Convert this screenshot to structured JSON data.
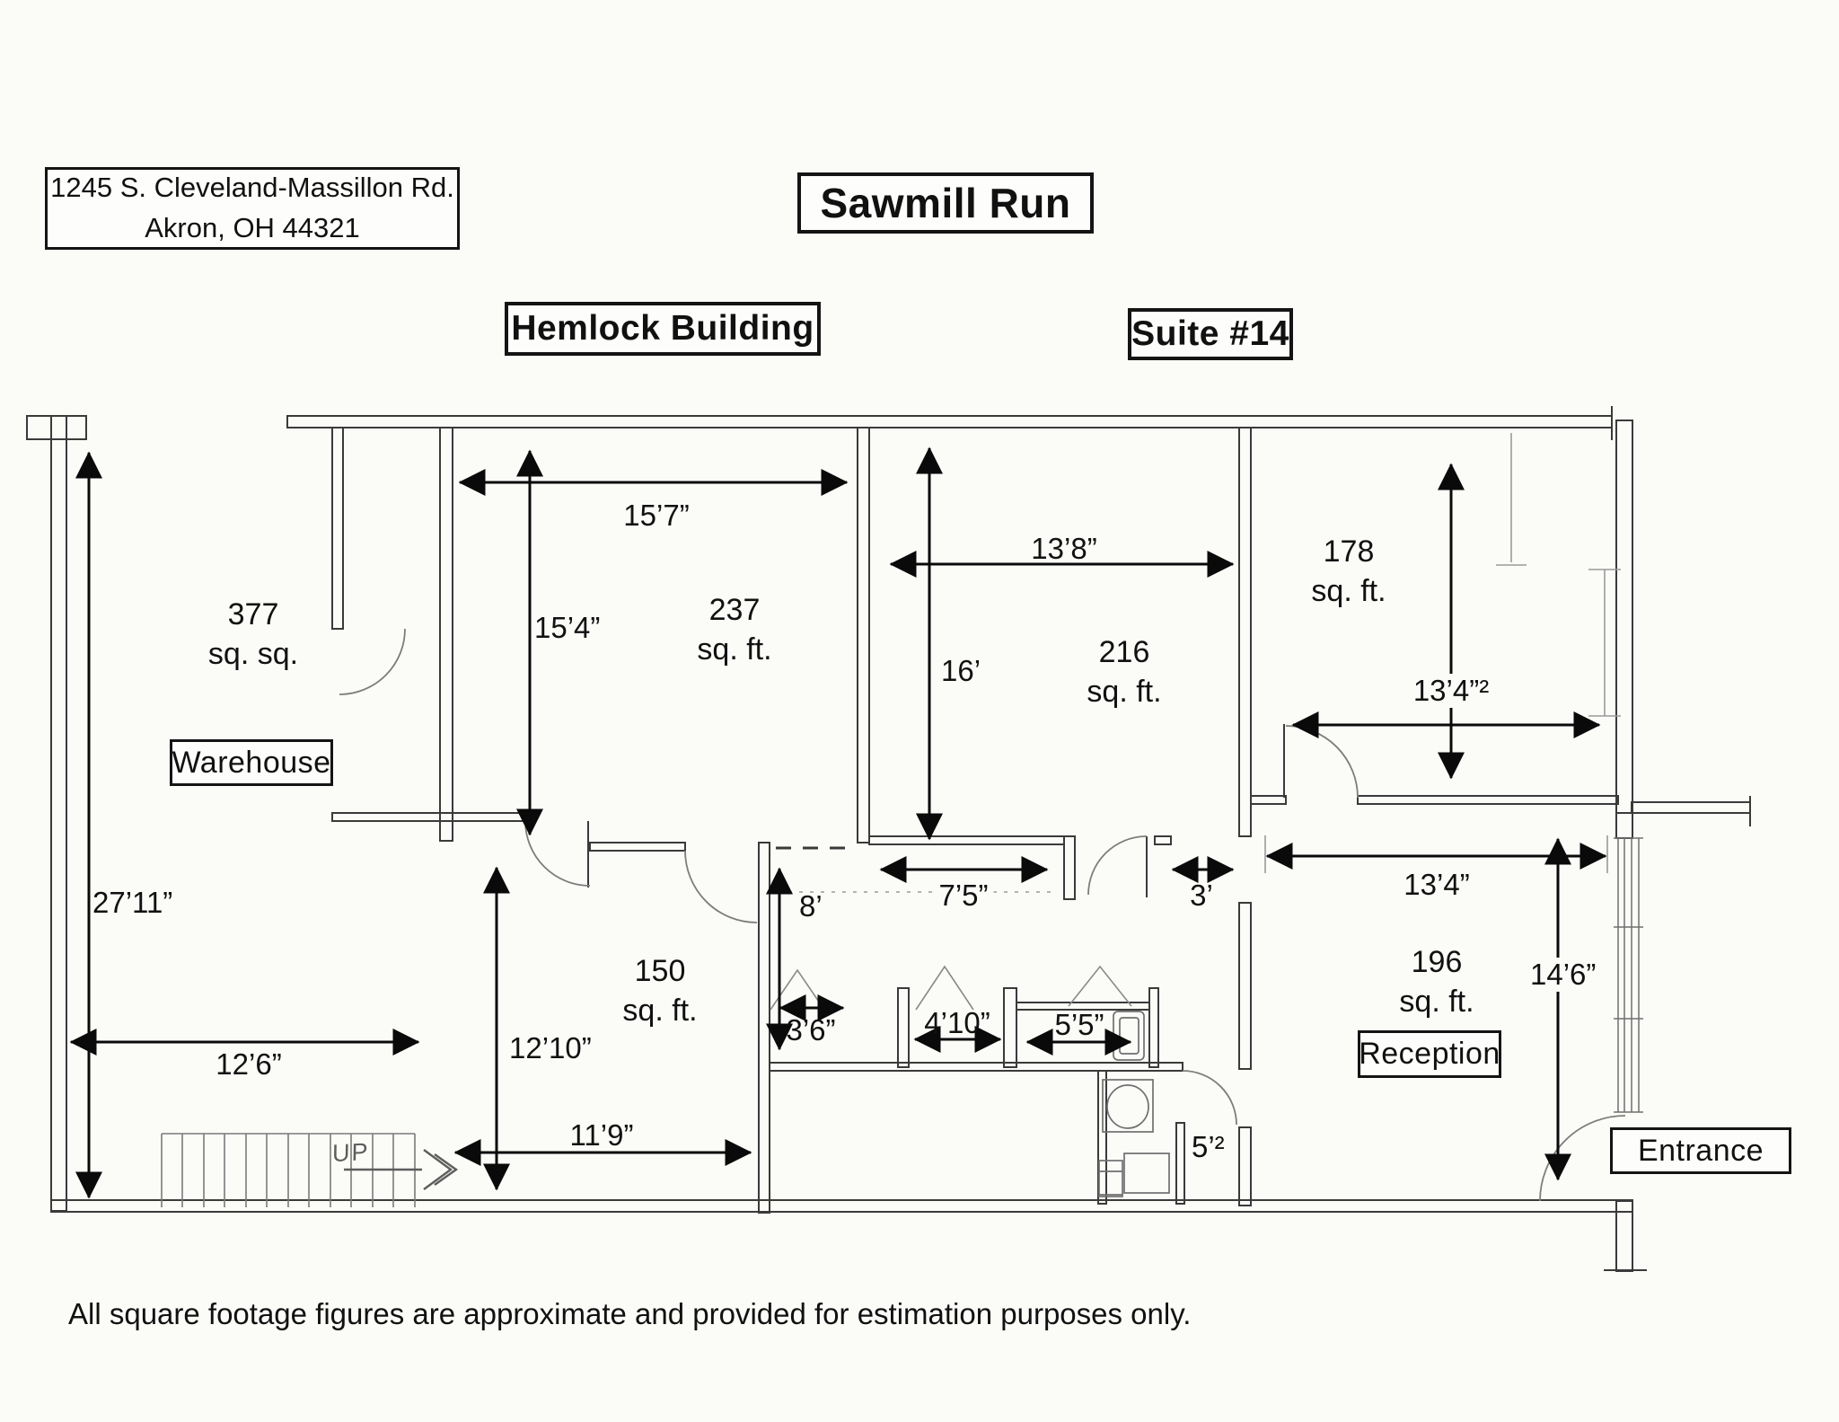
{
  "header": {
    "address_line1": "1245 S. Cleveland-Massillon Rd.",
    "address_line2": "Akron, OH 44321",
    "title": "Sawmill Run",
    "building_name": "Hemlock Building",
    "suite": "Suite #14"
  },
  "rooms": {
    "warehouse": {
      "area": "377",
      "unit": "sq. sq.",
      "label": "Warehouse"
    },
    "office_237": {
      "area": "237",
      "unit": "sq. ft."
    },
    "office_216": {
      "area": "216",
      "unit": "sq. ft."
    },
    "office_178": {
      "area": "178",
      "unit": "sq. ft."
    },
    "office_150": {
      "area": "150",
      "unit": "sq. ft."
    },
    "reception": {
      "area": "196",
      "unit": "sq. ft.",
      "label": "Reception"
    }
  },
  "labels": {
    "entrance": "Entrance",
    "stairs_up": "UP"
  },
  "dims": {
    "w15_7": "15’7”",
    "h15_4": "15’4”",
    "w13_8": "13’8”",
    "h16": "16’",
    "sq13_4": "13’4”²",
    "h27_11": "27’11”",
    "w12_6": "12’6”",
    "h12_10": "12’10”",
    "w11_9": "11’9”",
    "h8": "8’",
    "w7_5": "7’5”",
    "w3": "3’",
    "w3_6": "3’6”",
    "w4_10": "4’10”",
    "w5_5": "5’5”",
    "w13_4": "13’4”",
    "h14_6": "14’6”",
    "sq5": "5’²"
  },
  "footer": {
    "disclaimer": "All square footage figures are approximate and provided for estimation purposes only."
  },
  "colors": {
    "page_background": "#fbfbf8",
    "wall_ink": "#3a3a3a",
    "dimension_ink": "#0a0a0a",
    "sketch_gray": "#777777"
  }
}
